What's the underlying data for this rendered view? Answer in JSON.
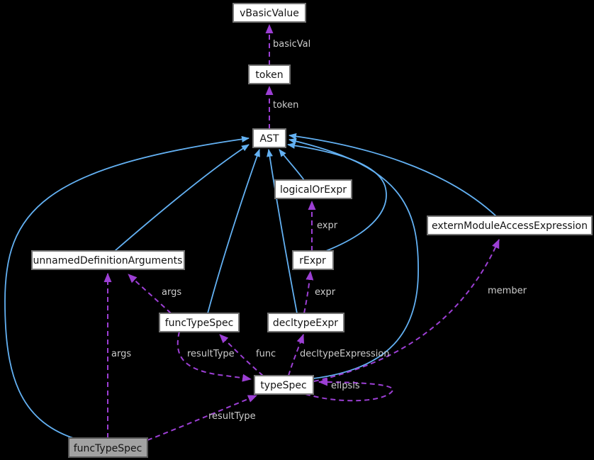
{
  "diagram": {
    "type": "collaboration-graph",
    "focus_node": "funcTypeSpec",
    "colors": {
      "bg": "#000000",
      "inheritance": "#63b1f3",
      "usage": "#9c3fd4",
      "node_fill": "#ffffff",
      "node_border": "#747474",
      "focus_fill": "#a2a2a2",
      "focus_border": "#585858",
      "node_text": "#141414",
      "edge_label": "#cccccc"
    },
    "nodes": [
      {
        "id": "vBasicValue",
        "label": "vBasicValue"
      },
      {
        "id": "token",
        "label": "token"
      },
      {
        "id": "AST",
        "label": "AST"
      },
      {
        "id": "logicalOrExpr",
        "label": "logicalOrExpr"
      },
      {
        "id": "externModuleAccessExpression",
        "label": "externModuleAccessExpression"
      },
      {
        "id": "unnamedDefinitionArguments",
        "label": "unnamedDefinitionArguments"
      },
      {
        "id": "rExpr",
        "label": "rExpr"
      },
      {
        "id": "funcTypeSpecMid",
        "label": "funcTypeSpec"
      },
      {
        "id": "decltypeExpr",
        "label": "decltypeExpr"
      },
      {
        "id": "typeSpec",
        "label": "typeSpec"
      },
      {
        "id": "funcTypeSpecFocus",
        "label": "funcTypeSpec"
      }
    ],
    "edges": [
      {
        "from": "token",
        "to": "vBasicValue",
        "label": "basicVal",
        "kind": "usage"
      },
      {
        "from": "AST",
        "to": "token",
        "label": "token",
        "kind": "usage"
      },
      {
        "from": "rExpr",
        "to": "logicalOrExpr",
        "label": "expr",
        "kind": "usage"
      },
      {
        "from": "decltypeExpr",
        "to": "rExpr",
        "label": "expr",
        "kind": "usage"
      },
      {
        "from": "typeSpec",
        "to": "decltypeExpr",
        "label": "decltypeExpression",
        "kind": "usage"
      },
      {
        "from": "typeSpec",
        "to": "funcTypeSpecMid",
        "label": "func",
        "kind": "usage"
      },
      {
        "from": "funcTypeSpecMid",
        "to": "typeSpec",
        "label": "resultType",
        "kind": "usage"
      },
      {
        "from": "funcTypeSpecMid",
        "to": "unnamedDefinitionArguments",
        "label": "args",
        "kind": "usage"
      },
      {
        "from": "funcTypeSpecFocus",
        "to": "unnamedDefinitionArguments",
        "label": "args",
        "kind": "usage"
      },
      {
        "from": "funcTypeSpecFocus",
        "to": "typeSpec",
        "label": "resultType",
        "kind": "usage"
      },
      {
        "from": "typeSpec",
        "to": "externModuleAccessExpression",
        "label": "member",
        "kind": "usage"
      },
      {
        "from": "typeSpec",
        "to": "typeSpec",
        "label": "elipsis",
        "kind": "usage"
      },
      {
        "from": "funcTypeSpecFocus",
        "to": "AST",
        "label": "",
        "kind": "inheritance"
      },
      {
        "from": "unnamedDefinitionArguments",
        "to": "AST",
        "label": "",
        "kind": "inheritance"
      },
      {
        "from": "funcTypeSpecMid",
        "to": "AST",
        "label": "",
        "kind": "inheritance"
      },
      {
        "from": "decltypeExpr",
        "to": "AST",
        "label": "",
        "kind": "inheritance"
      },
      {
        "from": "logicalOrExpr",
        "to": "AST",
        "label": "",
        "kind": "inheritance"
      },
      {
        "from": "rExpr",
        "to": "AST",
        "label": "",
        "kind": "inheritance"
      },
      {
        "from": "typeSpec",
        "to": "AST",
        "label": "",
        "kind": "inheritance"
      },
      {
        "from": "externModuleAccessExpression",
        "to": "AST",
        "label": "",
        "kind": "inheritance"
      }
    ]
  }
}
